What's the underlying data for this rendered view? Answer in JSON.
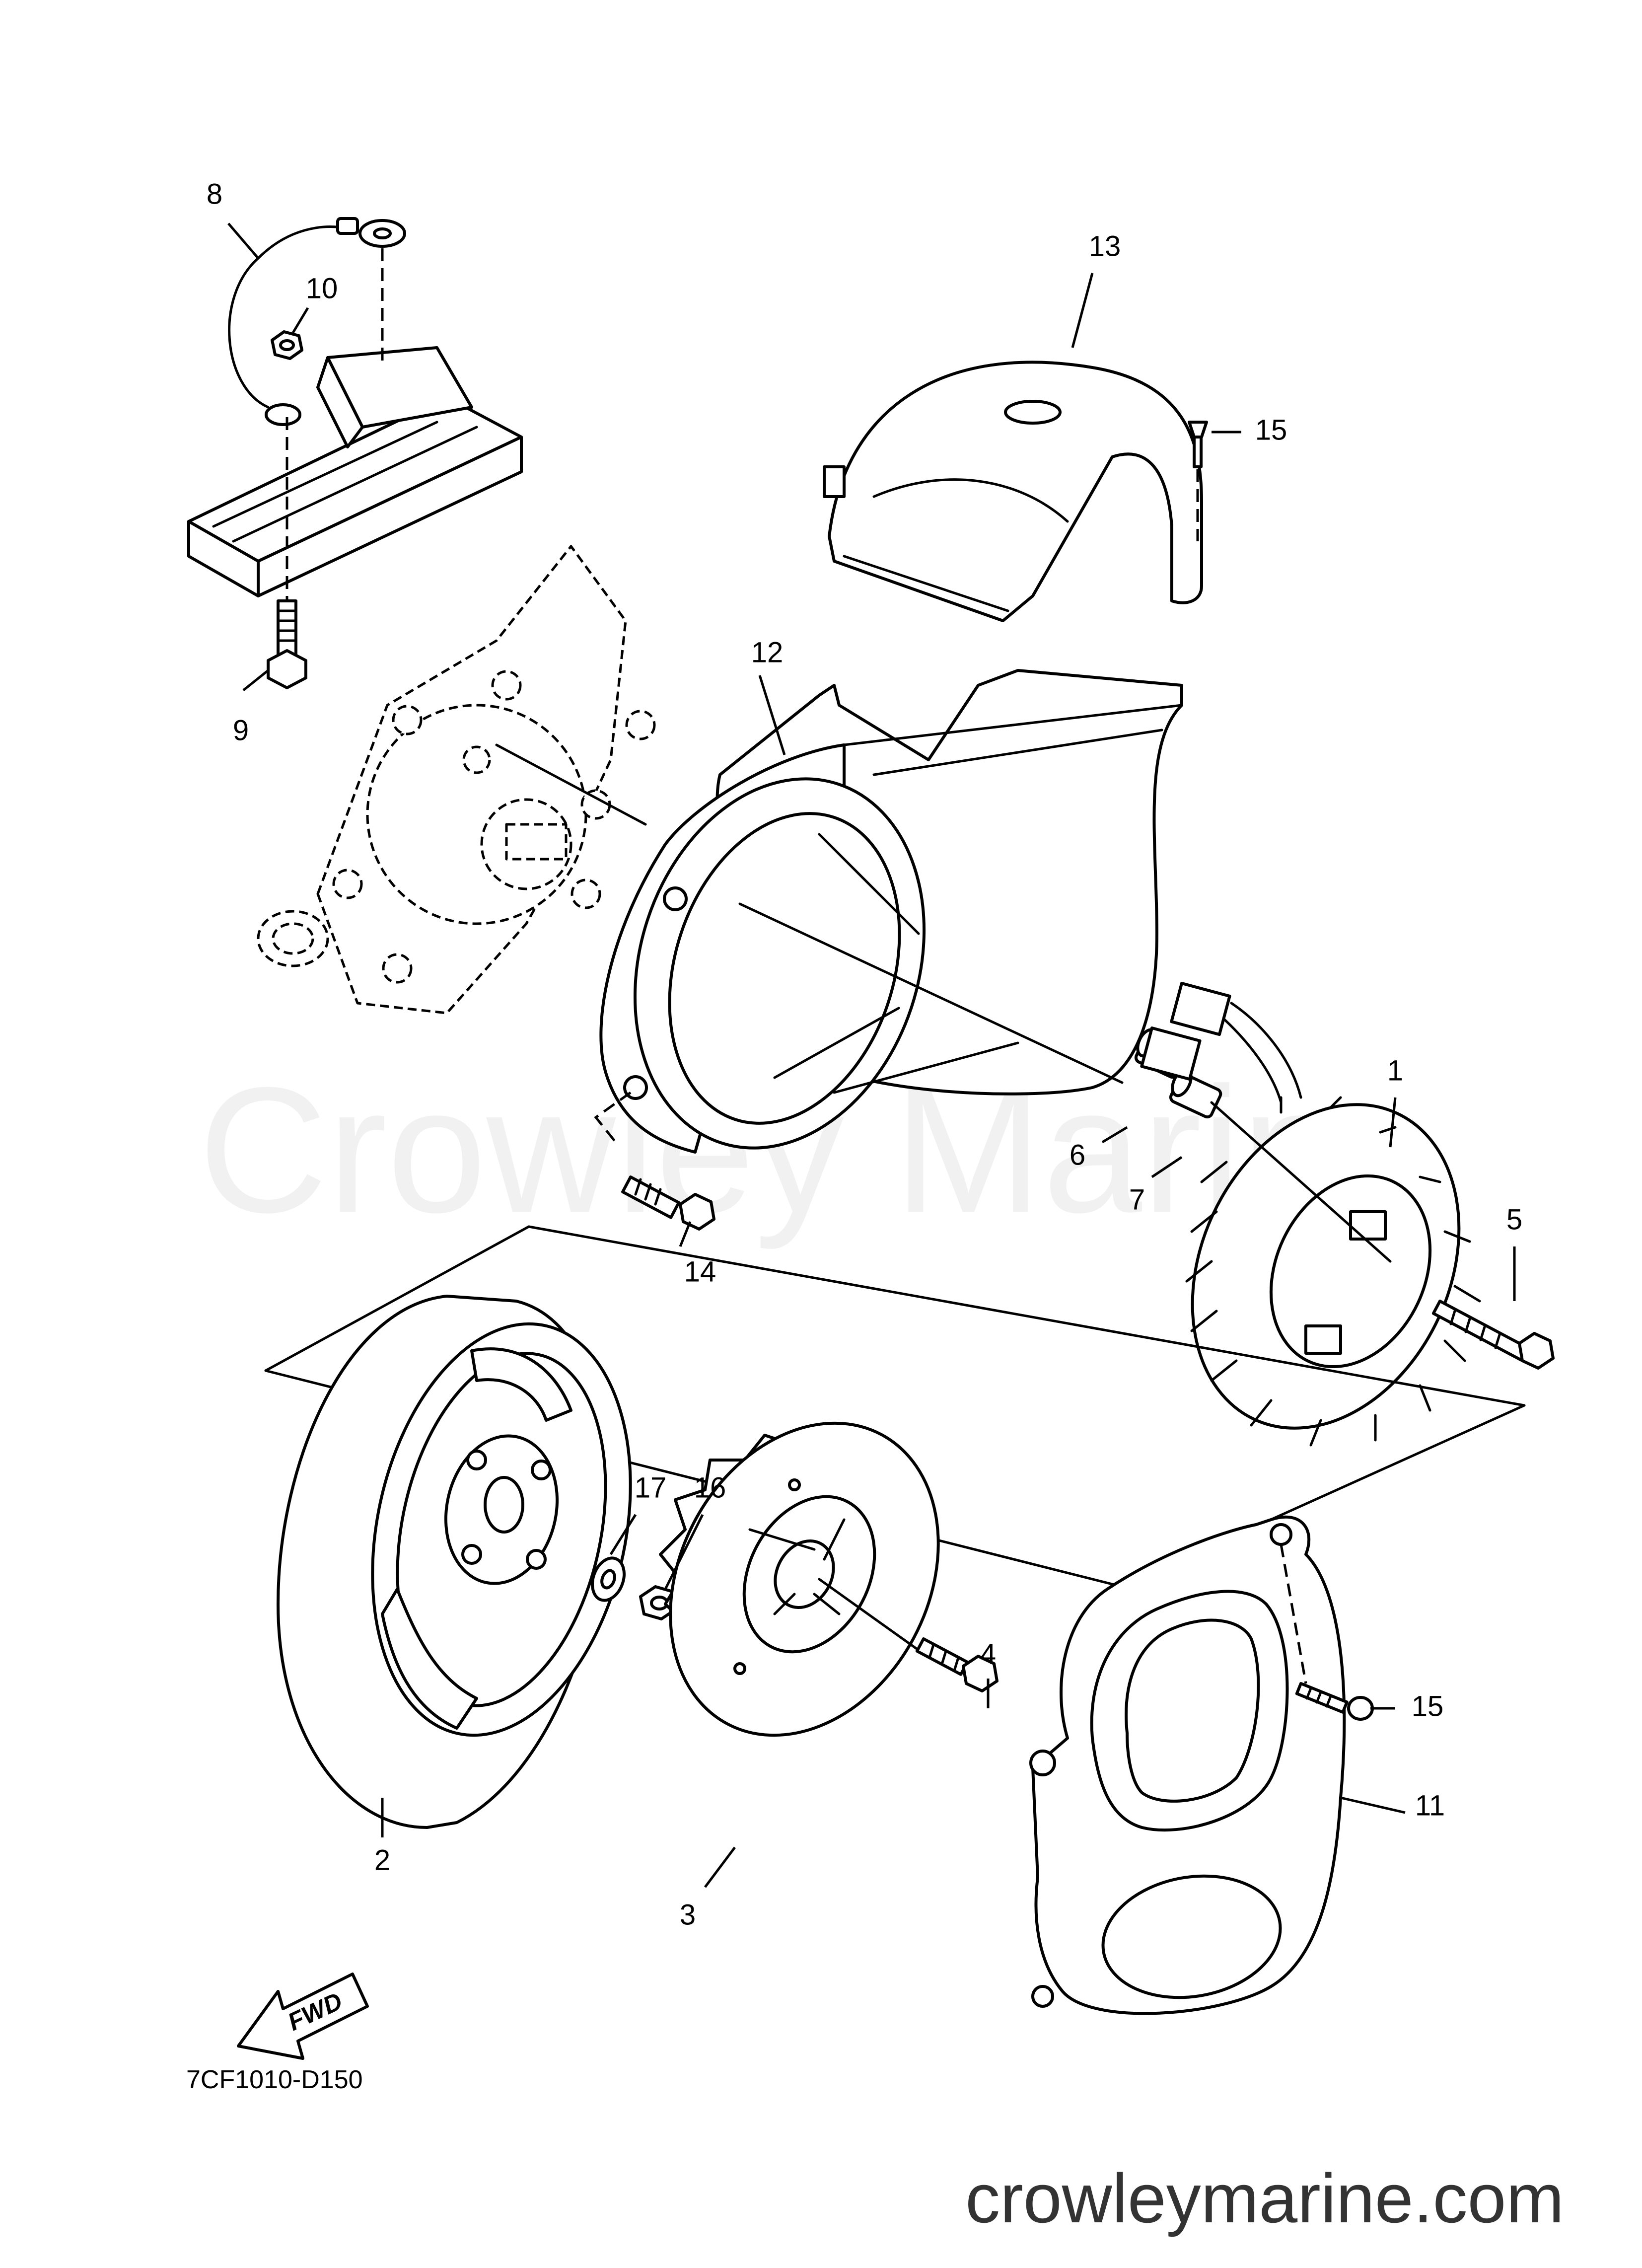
{
  "diagram": {
    "code": "7CF1010-D150",
    "watermark": "Crowley Marine",
    "website": "crowleymarine.com",
    "fwd_label": "FWD",
    "callouts": {
      "1": "1",
      "2": "2",
      "3": "3",
      "4": "4",
      "5": "5",
      "6": "6",
      "7": "7",
      "8": "8",
      "9": "9",
      "10": "10",
      "11": "11",
      "12": "12",
      "13": "13",
      "14": "14",
      "15a": "15",
      "15b": "15",
      "16": "16",
      "17": "17"
    }
  }
}
